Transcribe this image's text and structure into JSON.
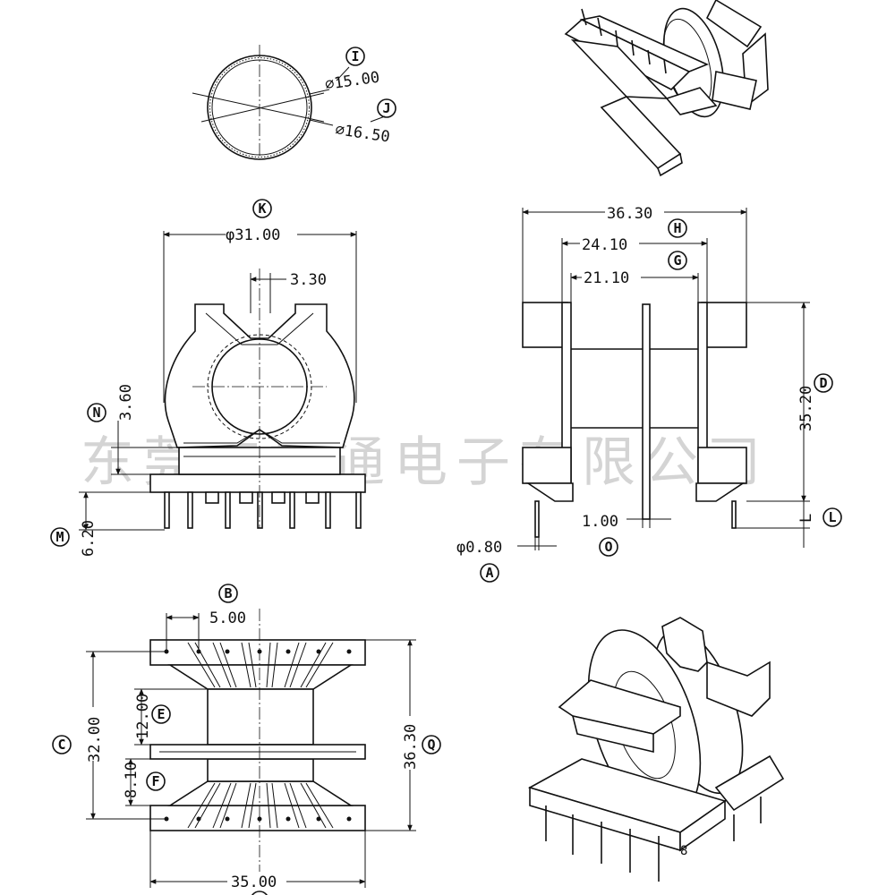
{
  "watermark": "东莞市扬通电子有限公司",
  "callouts": {
    "I": "I",
    "J": "J",
    "K": "K",
    "H": "H",
    "G": "G",
    "D": "D",
    "N": "N",
    "M": "M",
    "L": "L",
    "O": "O",
    "A": "A",
    "B": "B",
    "E": "E",
    "F": "F",
    "C": "C",
    "Q": "Q"
  },
  "dimensions": {
    "inner_diameter": "⌀15.00",
    "outer_diameter": "⌀16.50",
    "flange_diameter": "φ31.00",
    "slot_width": "3.30",
    "n_height": "3.60",
    "m_height": "6.20",
    "overall_width": "36.30",
    "h_width": "24.10",
    "g_width": "21.10",
    "overall_height": "35.20",
    "divider_thickness": "1.00",
    "pin_diameter": "φ0.80",
    "l_label": "L",
    "pin_pitch": "5.00",
    "section_e": "12.00",
    "section_f": "8.10",
    "overall_depth": "32.00",
    "right_depth": "36.30",
    "bottom_width": "35.00"
  },
  "footer_mark": "8"
}
